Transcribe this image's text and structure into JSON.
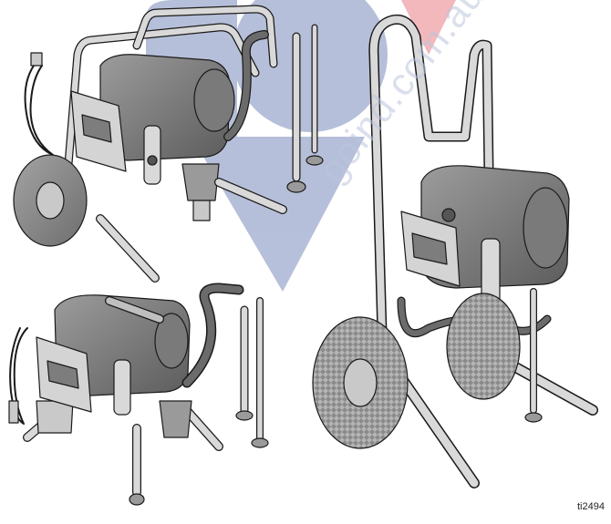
{
  "watermark": {
    "text": "goind.com.au",
    "colors": {
      "blue": "#1f3b8c",
      "red": "#d9262e",
      "gray": "#9aa0b4"
    }
  },
  "figure_id": "ti2494",
  "illustrations": [
    {
      "id": "sprayer-rear-lowcart",
      "description_icon": "paint-sprayer-lowcart-icon"
    },
    {
      "id": "sprayer-stand",
      "description_icon": "paint-sprayer-stand-icon"
    },
    {
      "id": "sprayer-hicart",
      "description_icon": "paint-sprayer-hicart-icon"
    }
  ],
  "palette": {
    "outline": "#1a1a1a",
    "metal": "#d9d9d9",
    "metal_dark": "#a8a8a8",
    "body": "#8a8a8a",
    "body_dark": "#5e5e5e",
    "tire": "#8f8f8f",
    "hose": "#6b6b6b"
  }
}
